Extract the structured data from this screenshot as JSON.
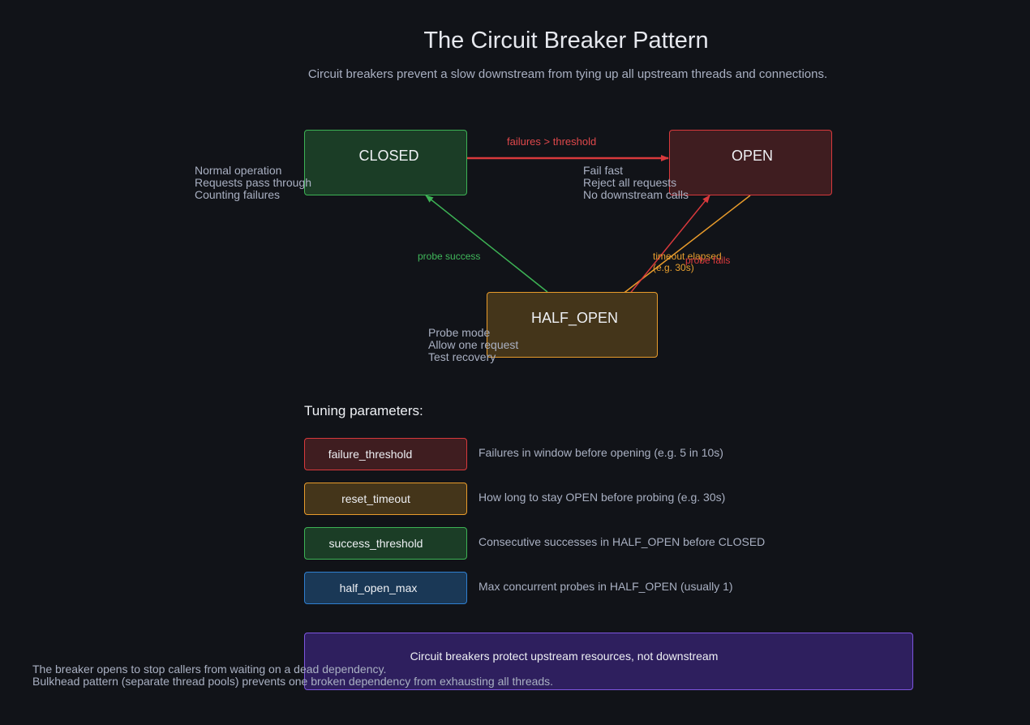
{
  "title": "The Circuit Breaker Pattern",
  "subtitle": "Circuit breakers prevent a slow downstream from tying up all upstream threads and connections.",
  "states": {
    "closed": {
      "label": "CLOSED",
      "notes": [
        "Normal operation",
        "Requests pass through",
        "Counting failures"
      ]
    },
    "open": {
      "label": "OPEN",
      "notes": [
        "Fail fast",
        "Reject all requests",
        "No downstream calls"
      ]
    },
    "half_open": {
      "label": "HALF_OPEN",
      "notes": [
        "Probe mode",
        "Allow one request",
        "Test recovery"
      ]
    }
  },
  "transitions": {
    "failures": "failures > threshold",
    "probe_success": "probe success",
    "timeout_line1": "timeout elapsed",
    "timeout_line2": "(e.g. 30s)",
    "probe_fails": "probe fails"
  },
  "tuning": {
    "heading": "Tuning parameters:",
    "params": [
      {
        "name": "failure_threshold",
        "desc": "Failures in window before opening (e.g. 5 in 10s)"
      },
      {
        "name": "reset_timeout",
        "desc": "How long to stay OPEN before probing (e.g. 30s)"
      },
      {
        "name": "success_threshold",
        "desc": "Consecutive successes in HALF_OPEN before CLOSED"
      },
      {
        "name": "half_open_max",
        "desc": "Max concurrent probes in HALF_OPEN (usually 1)"
      }
    ]
  },
  "callout": "Circuit breakers protect upstream resources, not downstream",
  "footer": [
    "The breaker opens to stop callers from waiting on a dead dependency.",
    "Bulkhead pattern (separate thread pools) prevents one broken dependency from exhausting all threads."
  ],
  "colors": {
    "background": "#111318",
    "closed": "#3db355",
    "open": "#d8393c",
    "half_open": "#e89b2b",
    "info": "#2f7fd0",
    "callout": "#7d55de"
  }
}
